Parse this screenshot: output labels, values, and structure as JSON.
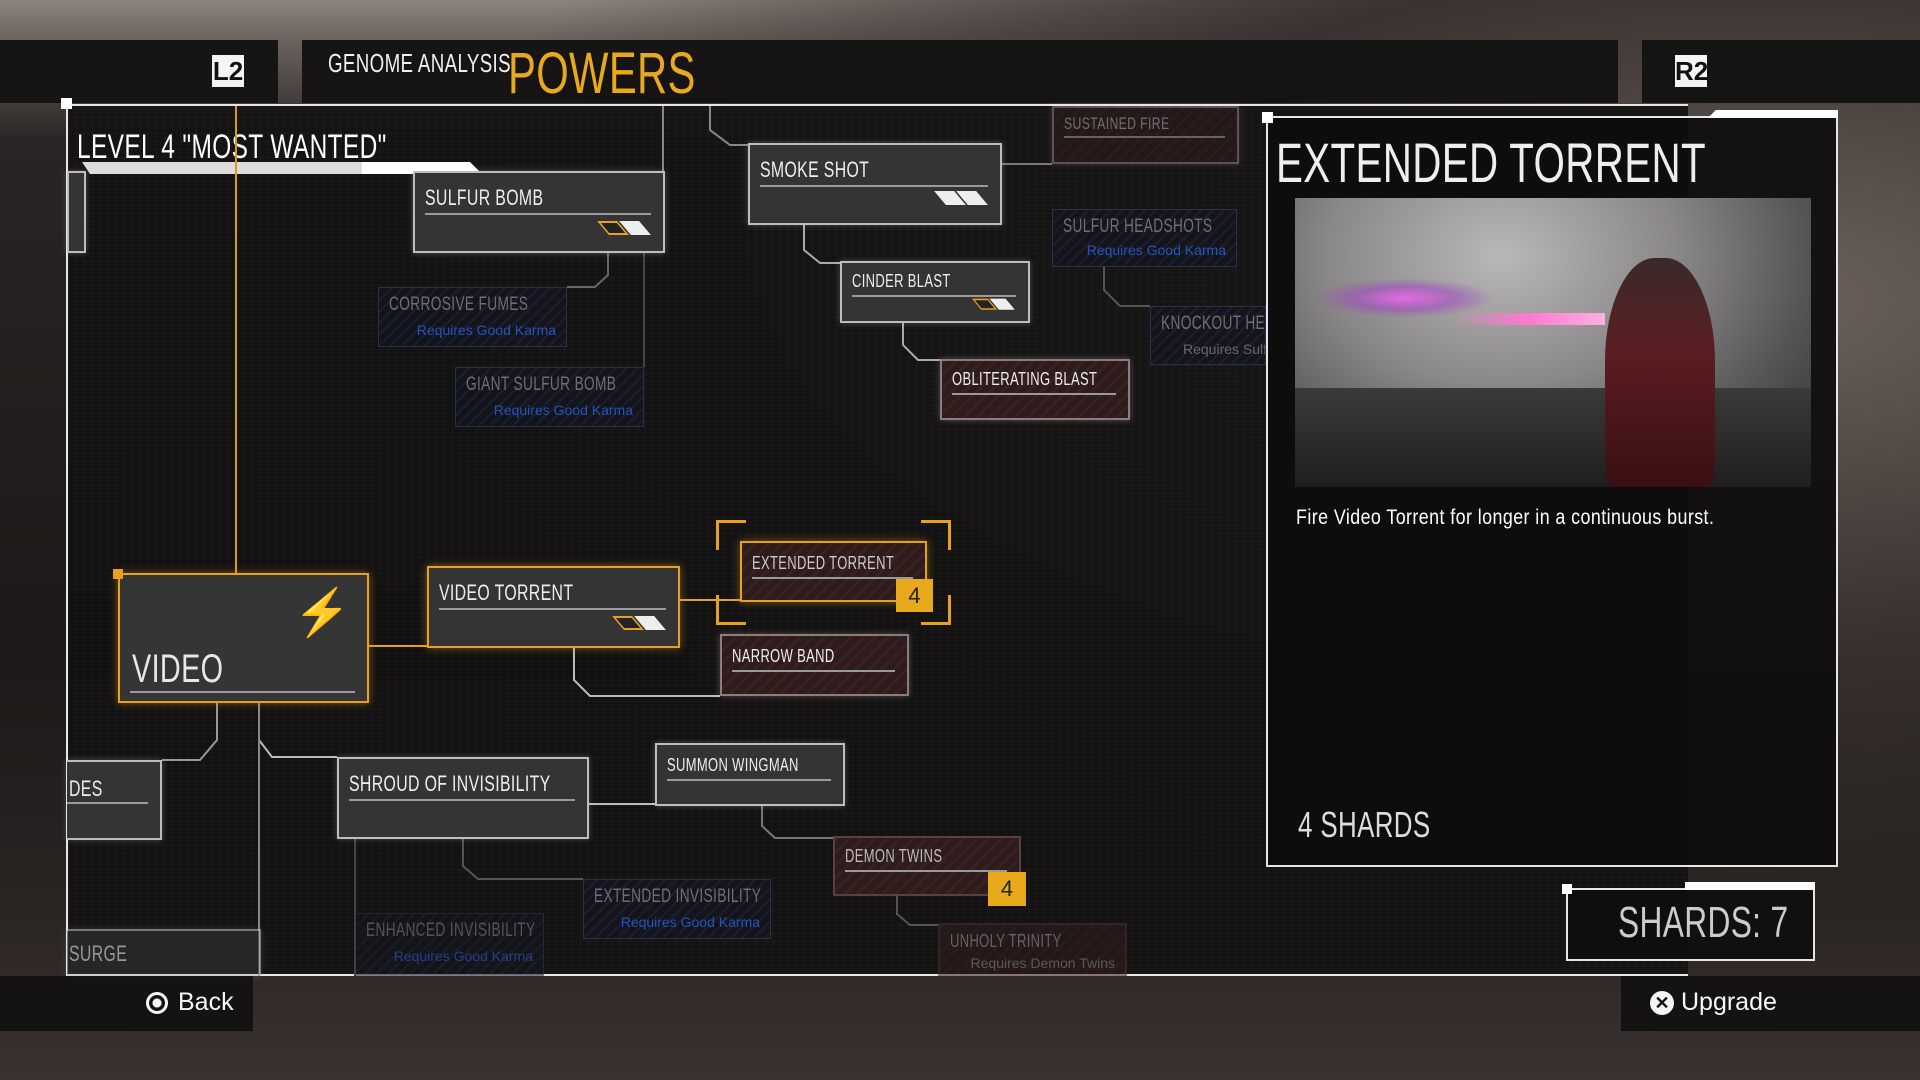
{
  "header": {
    "left_button": "L2",
    "right_button": "R2",
    "section": "GENOME ANALYSIS",
    "title": "POWERS"
  },
  "tree": {
    "level_title": "LEVEL 4 \"MOST WANTED\"",
    "nodes": {
      "video": "VIDEO",
      "video_torrent": "VIDEO TORRENT",
      "extended_torrent": "EXTENDED TORRENT",
      "extended_torrent_cost": "4",
      "narrow_band": "NARROW BAND",
      "sulfur_bomb": "SULFUR BOMB",
      "smoke_shot": "SMOKE SHOT",
      "sustained_fire": "SUSTAINED FIRE",
      "cinder_blast": "CINDER BLAST",
      "sulfur_headshots": "SULFUR HEADSHOTS",
      "knockout_headshots": "KNOCKOUT HEADS",
      "knockout_req": "Requires Sulfu",
      "obliterating_blast": "OBLITERATING BLAST",
      "corrosive_fumes": "CORROSIVE FUMES",
      "giant_sulfur_bomb": "GIANT SULFUR BOMB",
      "shroud": "SHROUD OF INVISIBILITY",
      "summon_wingman": "SUMMON WINGMAN",
      "demon_twins": "DEMON TWINS",
      "demon_twins_cost": "4",
      "extended_invisibility": "EXTENDED INVISIBILITY",
      "enhanced_invisibility": "ENHANCED INVISIBILITY",
      "unholy_trinity": "UNHOLY TRINITY",
      "unholy_req": "Requires Demon Twins",
      "des_partial": "DES",
      "surge_partial": "SURGE",
      "good_karma": "Requires Good Karma"
    }
  },
  "detail": {
    "title": "EXTENDED TORRENT",
    "description": "Fire Video Torrent for longer in a continuous burst.",
    "cost": "4 SHARDS"
  },
  "shards": {
    "label": "SHARDS: 7"
  },
  "footer": {
    "back_label": "Back",
    "upgrade_label": "Upgrade",
    "back_icon": "circle-button-icon",
    "upgrade_icon": "cross-button-icon"
  },
  "colors": {
    "accent": "#e8a91c",
    "locked_blue": "#2a5fd9"
  }
}
